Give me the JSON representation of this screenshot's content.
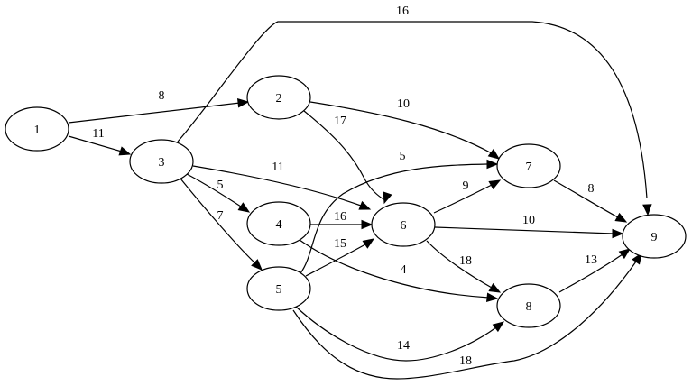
{
  "graph": {
    "type": "directed-weighted",
    "colors": {
      "stroke": "#000000",
      "fill": "#ffffff",
      "text": "#000000"
    },
    "nodes": [
      {
        "id": "1",
        "label": "1"
      },
      {
        "id": "2",
        "label": "2"
      },
      {
        "id": "3",
        "label": "3"
      },
      {
        "id": "4",
        "label": "4"
      },
      {
        "id": "5",
        "label": "5"
      },
      {
        "id": "6",
        "label": "6"
      },
      {
        "id": "7",
        "label": "7"
      },
      {
        "id": "8",
        "label": "8"
      },
      {
        "id": "9",
        "label": "9"
      }
    ],
    "edges": [
      {
        "from": "1",
        "to": "2",
        "weight": "8"
      },
      {
        "from": "1",
        "to": "3",
        "weight": "11"
      },
      {
        "from": "3",
        "to": "9",
        "weight": "16"
      },
      {
        "from": "2",
        "to": "7",
        "weight": "10"
      },
      {
        "from": "2",
        "to": "6",
        "weight": "17"
      },
      {
        "from": "3",
        "to": "6",
        "weight": "11"
      },
      {
        "from": "3",
        "to": "4",
        "weight": "5"
      },
      {
        "from": "3",
        "to": "5",
        "weight": "7"
      },
      {
        "from": "5",
        "to": "7",
        "weight": "5"
      },
      {
        "from": "4",
        "to": "6",
        "weight": "16"
      },
      {
        "from": "5",
        "to": "6",
        "weight": "15"
      },
      {
        "from": "4",
        "to": "8",
        "weight": "4"
      },
      {
        "from": "6",
        "to": "7",
        "weight": "9"
      },
      {
        "from": "6",
        "to": "9",
        "weight": "10"
      },
      {
        "from": "6",
        "to": "8",
        "weight": "18"
      },
      {
        "from": "7",
        "to": "9",
        "weight": "8"
      },
      {
        "from": "8",
        "to": "9",
        "weight": "13"
      },
      {
        "from": "5",
        "to": "8",
        "weight": "14"
      },
      {
        "from": "5",
        "to": "9",
        "weight": "18"
      }
    ]
  }
}
